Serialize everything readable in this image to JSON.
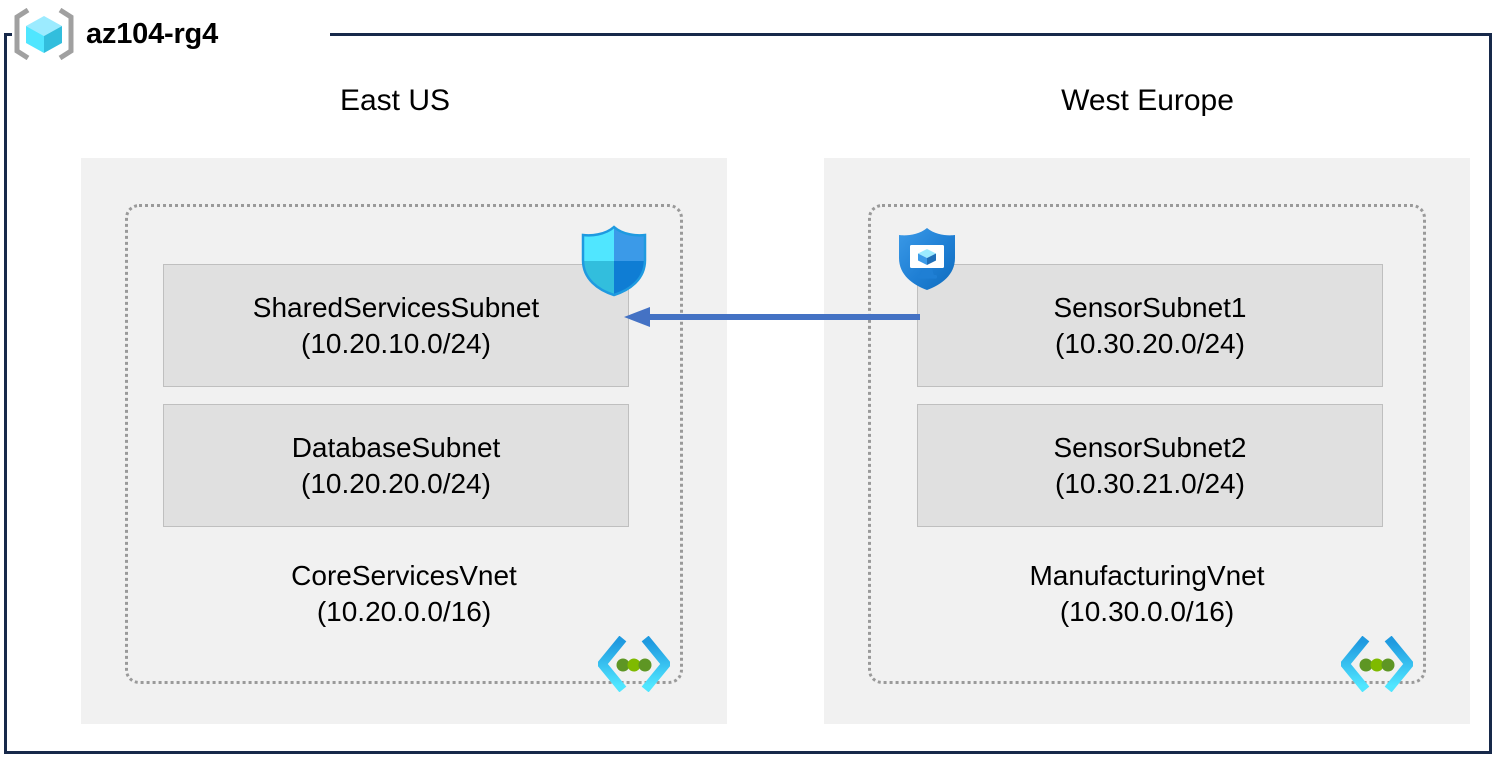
{
  "resource_group": {
    "name": "az104-rg4",
    "icon": "resource-group-cube-icon"
  },
  "regions": [
    {
      "label": "East US",
      "vnet": {
        "name": "CoreServicesVnet",
        "cidr": "(10.20.0.0/16)",
        "icon": "virtual-network-icon",
        "subnets": [
          {
            "name": "SharedServicesSubnet",
            "cidr": "(10.20.10.0/24)",
            "icon": "network-security-group-shield-icon"
          },
          {
            "name": "DatabaseSubnet",
            "cidr": "(10.20.20.0/24)",
            "icon": null
          }
        ]
      }
    },
    {
      "label": "West Europe",
      "vnet": {
        "name": "ManufacturingVnet",
        "cidr": "(10.30.0.0/16)",
        "icon": "virtual-network-icon",
        "subnets": [
          {
            "name": "SensorSubnet1",
            "cidr": "(10.30.20.0/24)",
            "icon": "application-security-group-shield-monitor-icon"
          },
          {
            "name": "SensorSubnet2",
            "cidr": "(10.30.21.0/24)",
            "icon": null
          }
        ]
      }
    }
  ],
  "connection": {
    "name": "vnet-peering-arrow",
    "direction": "right-to-left",
    "from": "SensorSubnet1",
    "to": "SharedServicesSubnet",
    "color": "#4472c4"
  },
  "colors": {
    "frame_border": "#17294a",
    "region_fill": "#f1f1f1",
    "vnet_border": "#9a9a9a",
    "subnet_fill": "#e0e0e0",
    "subnet_border": "#bfbfbf",
    "arrow": "#4472c4",
    "accent_cyan": "#50e6ff",
    "accent_blue": "#0078d4",
    "bracket_gray": "#a0a0a0",
    "vnet_dot_green": "#5e9624"
  }
}
